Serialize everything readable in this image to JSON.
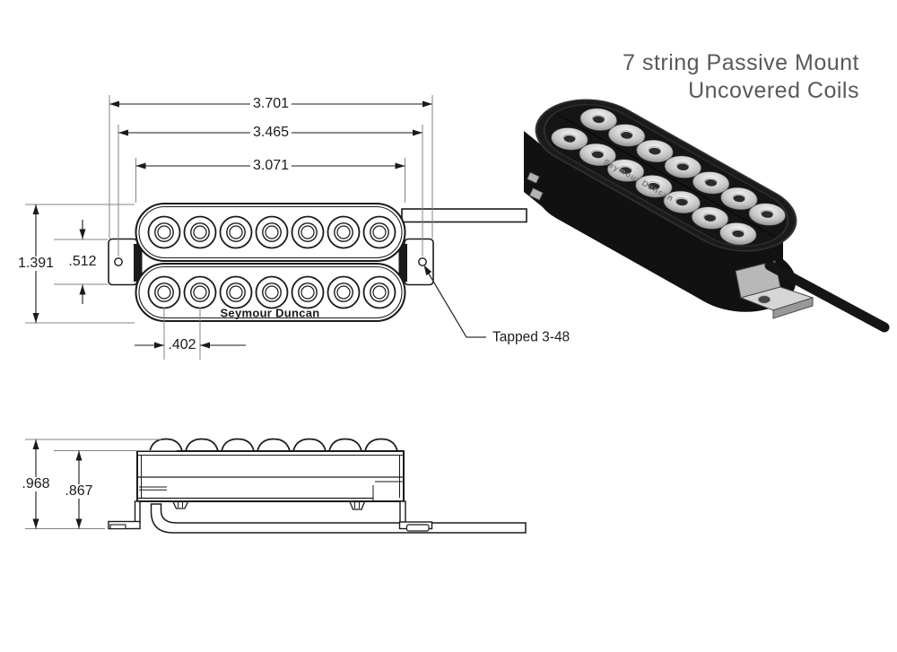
{
  "title": {
    "line1": "7 string Passive Mount",
    "line2": "Uncovered Coils"
  },
  "front_view": {
    "dim_overall_width": "3.701",
    "dim_mount_hole_span": "3.465",
    "dim_coil_width": "3.071",
    "dim_overall_height": "1.391",
    "dim_mount_tab_height": ".512",
    "dim_pole_spacing": ".402",
    "note_tapped": "Tapped 3-48",
    "brand": "Seymour Duncan",
    "poles_per_coil": 7,
    "coil_rows": 2
  },
  "side_view": {
    "dim_overall_height": ".968",
    "dim_body_height": ".867"
  },
  "render_3d": {
    "brand": "Seymour Duncan"
  },
  "colors": {
    "drawing_line": "#1a1a1a",
    "dimension_line": "#848484",
    "title_text": "#58595b",
    "pickup_black": "#161616",
    "pole_silver": "#c6c6c6",
    "bracket_gray": "#c9c9c9"
  }
}
